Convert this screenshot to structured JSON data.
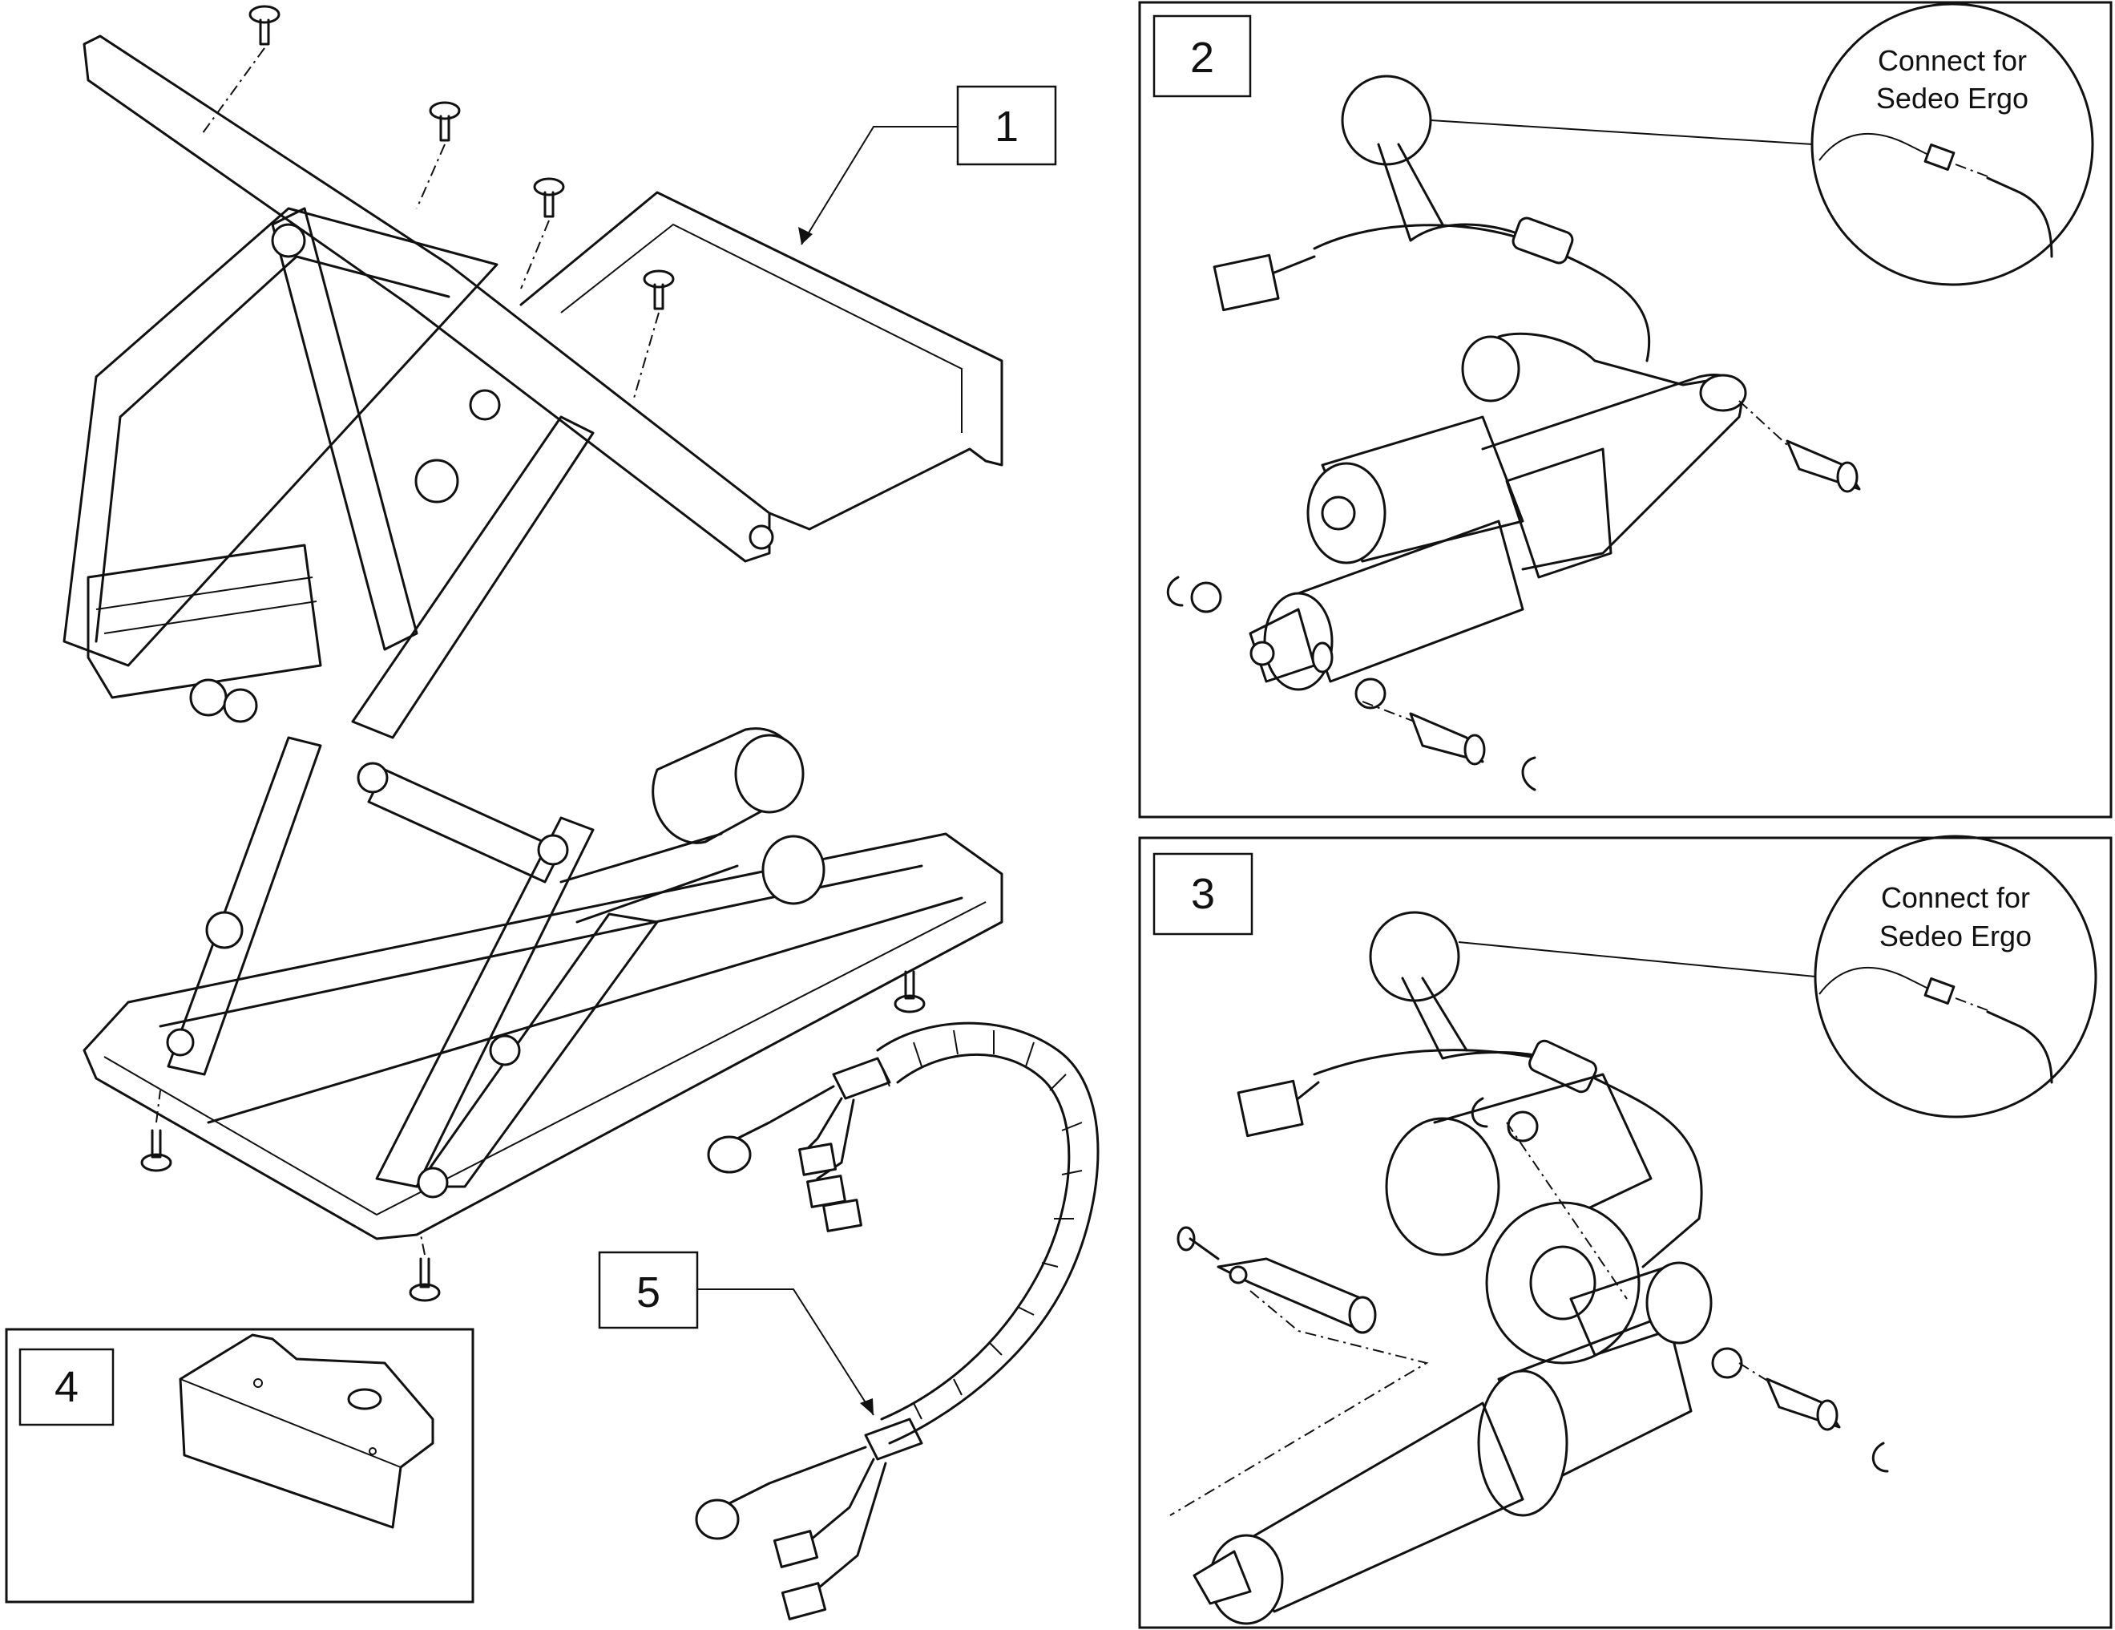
{
  "callouts": {
    "c1": "1",
    "c2": "2",
    "c3": "3",
    "c4": "4",
    "c5": "5"
  },
  "detail_notes": {
    "panel2_line1": "Connect for",
    "panel2_line2": "Sedeo Ergo",
    "panel3_line1": "Connect for",
    "panel3_line2": "Sedeo Ergo"
  }
}
